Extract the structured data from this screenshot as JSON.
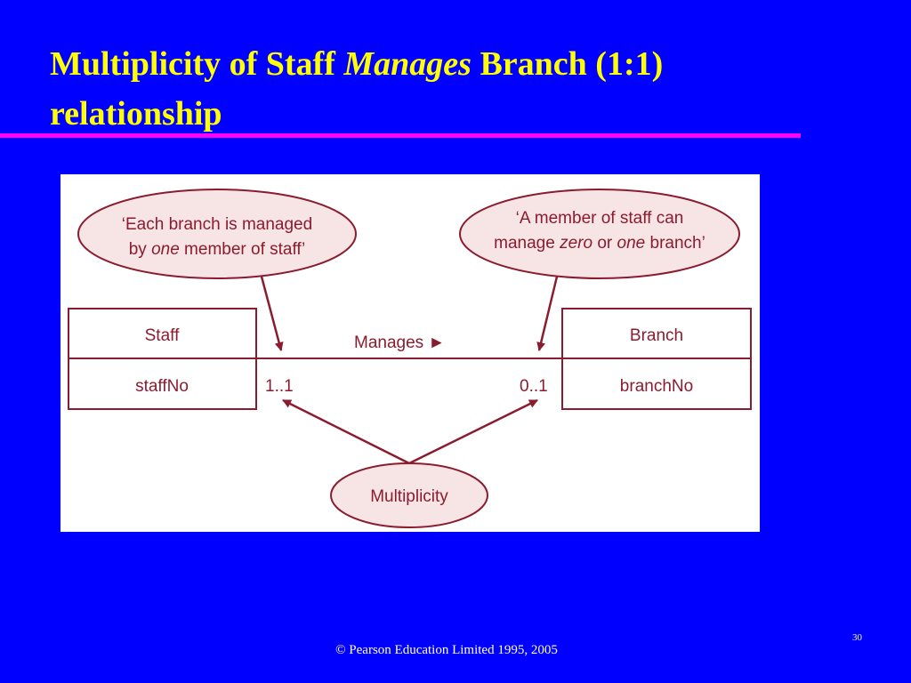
{
  "title": {
    "part1": "Multiplicity of Staff ",
    "part2_italic": "Manages",
    "part3": " Branch (1:1)",
    "line2": "relationship"
  },
  "diagram": {
    "colors": {
      "stroke": "#8b1c2f",
      "fill": "#f7e4e4"
    },
    "note_left": {
      "line1": "‘Each branch is managed",
      "line2_a": "by ",
      "line2_italic": "one",
      "line2_b": " member of staff’"
    },
    "note_right": {
      "line1": "‘A member of staff can",
      "line2_a": "manage ",
      "line2_italic1": "zero",
      "line2_b": " or ",
      "line2_italic2": "one",
      "line2_c": " branch’"
    },
    "entity_left": {
      "name": "Staff",
      "attribute": "staffNo"
    },
    "entity_right": {
      "name": "Branch",
      "attribute": "branchNo"
    },
    "relationship_label": "Manages ►",
    "multiplicity_left": "1..1",
    "multiplicity_right": "0..1",
    "multiplicity_note": "Multiplicity"
  },
  "footer": "© Pearson Education Limited 1995, 2005",
  "page_number": "30"
}
